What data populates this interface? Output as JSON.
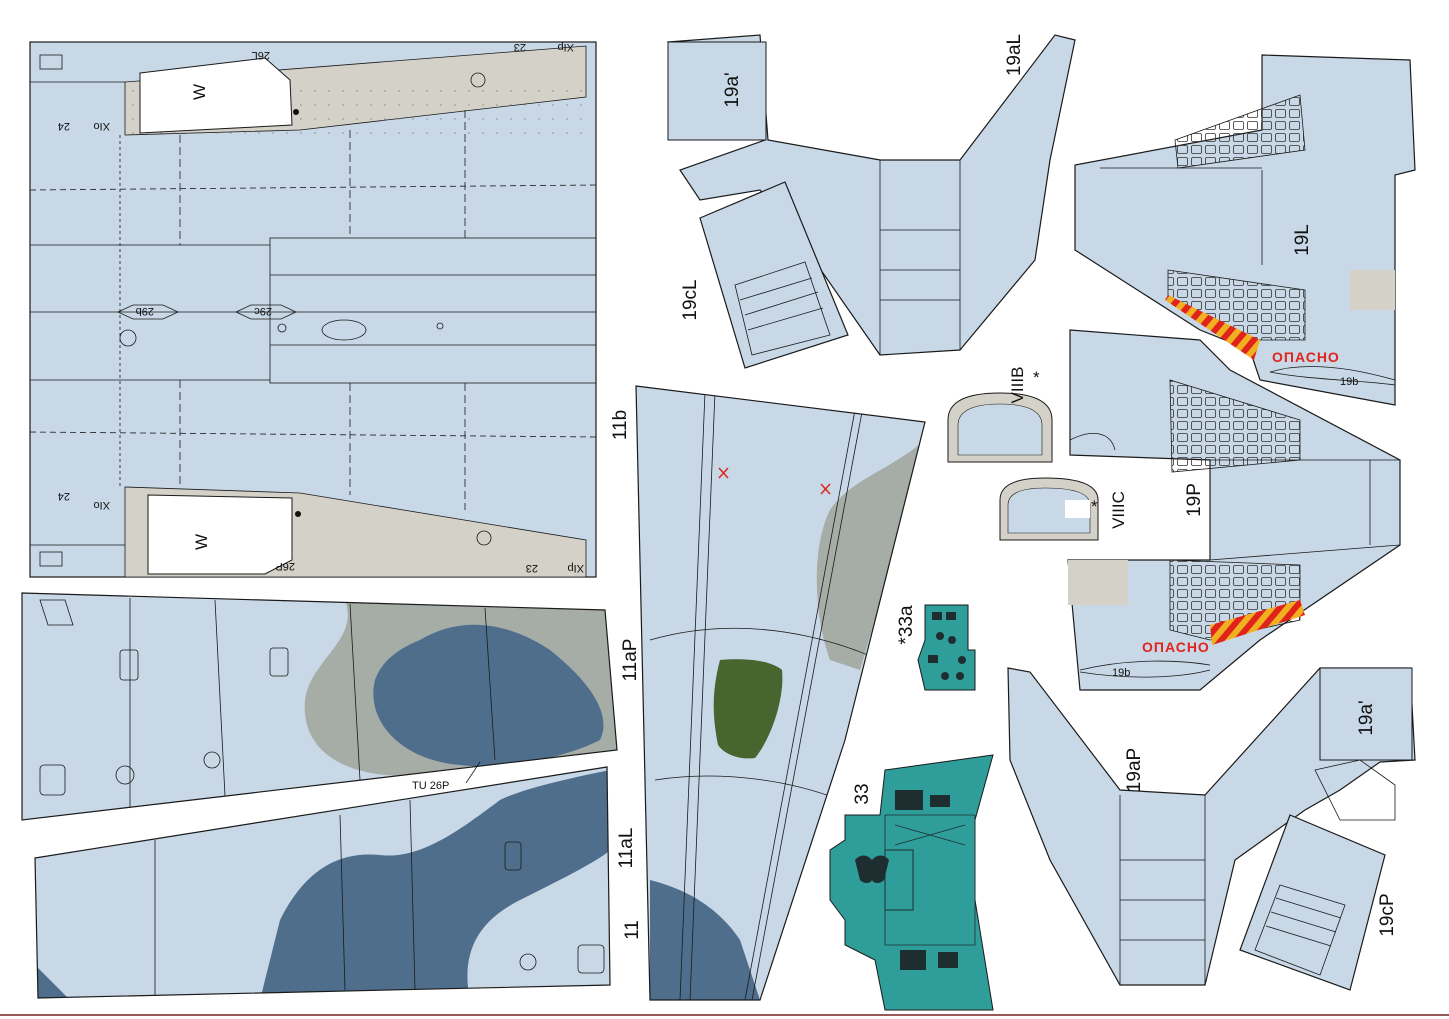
{
  "colors": {
    "panel_blue": "#c8d8e6",
    "camo_dark": "#4e6e8c",
    "camo_grey": "#a6aca6",
    "tan": "#d4d1c8",
    "olive": "#46652f",
    "cockpit_teal": "#2f9e9a",
    "warning_red": "#e0241c",
    "warning_yellow": "#f0b020",
    "outline": "#1a1a1a"
  },
  "labels": {
    "p11b": "11b",
    "p11aP": "11aP",
    "p11aL": "11aL",
    "p11": "11",
    "tu26p": "TU 26P",
    "w_top": "W",
    "w_bottom": "W",
    "p26L": "26L",
    "p26P": "26P",
    "n23a": "23",
    "n23b": "23",
    "xIp_a": "XIp",
    "xIp_b": "XIp",
    "xIo_a": "XIo",
    "xIo_b": "XIo",
    "n24a": "24",
    "n24b": "24",
    "p29b": "29b",
    "p29c": "29c",
    "p19a_top": "19a'",
    "p19aL": "19aL",
    "p19cL": "19cL",
    "p19L": "19L",
    "p19P": "19P",
    "p19b_top": "19b",
    "p19b_bottom": "19b",
    "opacno_top": "ОПАСНО",
    "opacno_bottom": "ОПАСНО",
    "p8B": "VIIIB",
    "p8C": "VIIIC",
    "star1": "*",
    "star2": "*",
    "p33a": "*33a",
    "p33": "33",
    "p19aP": "19aP",
    "p19a_bottom": "19a'",
    "p19cP": "19cP"
  }
}
